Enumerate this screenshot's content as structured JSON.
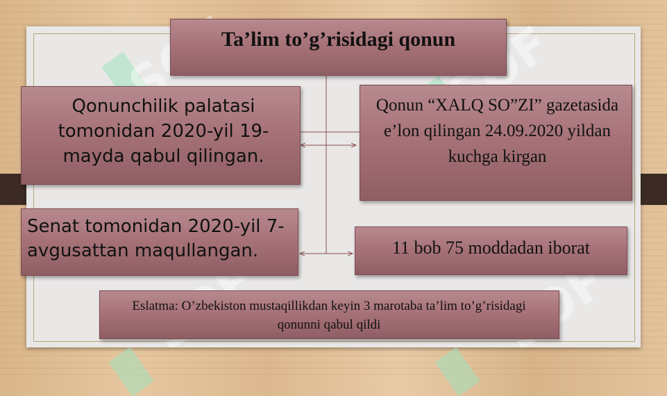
{
  "title": "Ta’lim to’g’risidagi qonun",
  "boxes": {
    "parliament": "Qonunchilik palatasi tomonidan 2020-yil 19-mayda qabul qilingan.",
    "publication": "Qonun “XALQ SO”ZI” gazetasida e’lon qilingan 24.09.2020 yildan kuchga kirgan",
    "senate": "Senat tomonidan 2020-yil 7- avgusattan maqullangan.",
    "structure": "11 bob 75 moddadan iborat",
    "note": "Eslatma: O’zbekiston mustaqillikdan keyin 3 marotaba ta’lim to’g’risidagi qonunni qabul qildi"
  },
  "watermark": "SOF",
  "colors": {
    "box_fill": "#a77379",
    "connector": "#8c4f4f",
    "board": "#e9e8e7",
    "wood": "#dcb88f"
  }
}
